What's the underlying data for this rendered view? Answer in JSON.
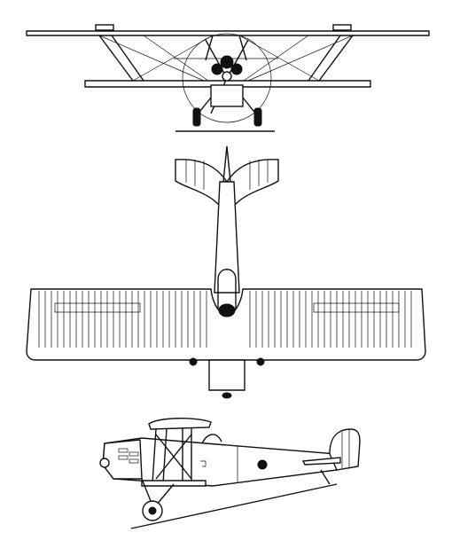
{
  "drawing": {
    "views": [
      {
        "name": "front-view"
      },
      {
        "name": "top-view"
      },
      {
        "name": "side-view"
      }
    ],
    "line_color": "#111111",
    "background_color": "#ffffff"
  }
}
